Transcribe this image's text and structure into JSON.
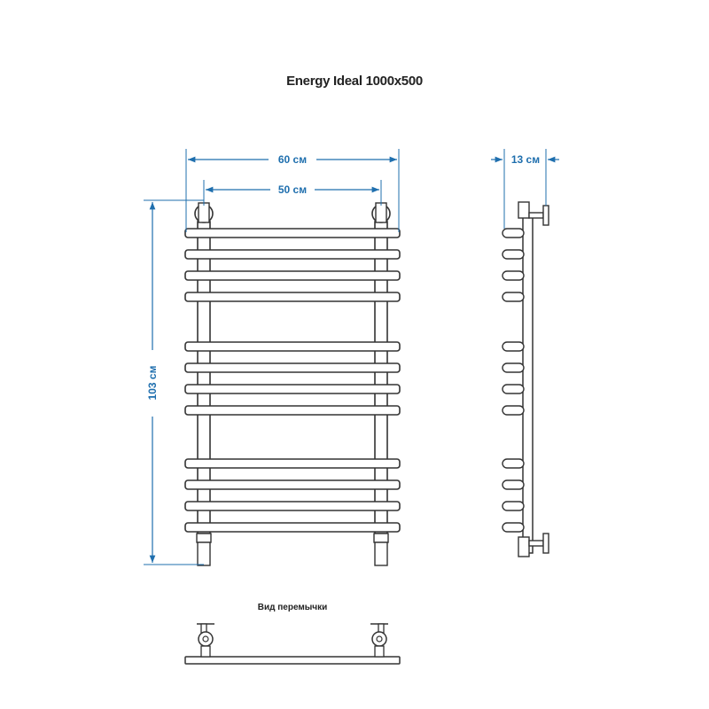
{
  "title": "Energy Ideal 1000x500",
  "colors": {
    "dimension": "#1f6fae",
    "outline": "#333333"
  },
  "dimensions": {
    "overall_width": "60 см",
    "axis_width": "50 см",
    "depth": "13 см",
    "height": "103 см"
  },
  "jumper_view_caption": "Вид перемычки",
  "bars": {
    "groups": 3,
    "per_group": 4,
    "total": 12
  }
}
